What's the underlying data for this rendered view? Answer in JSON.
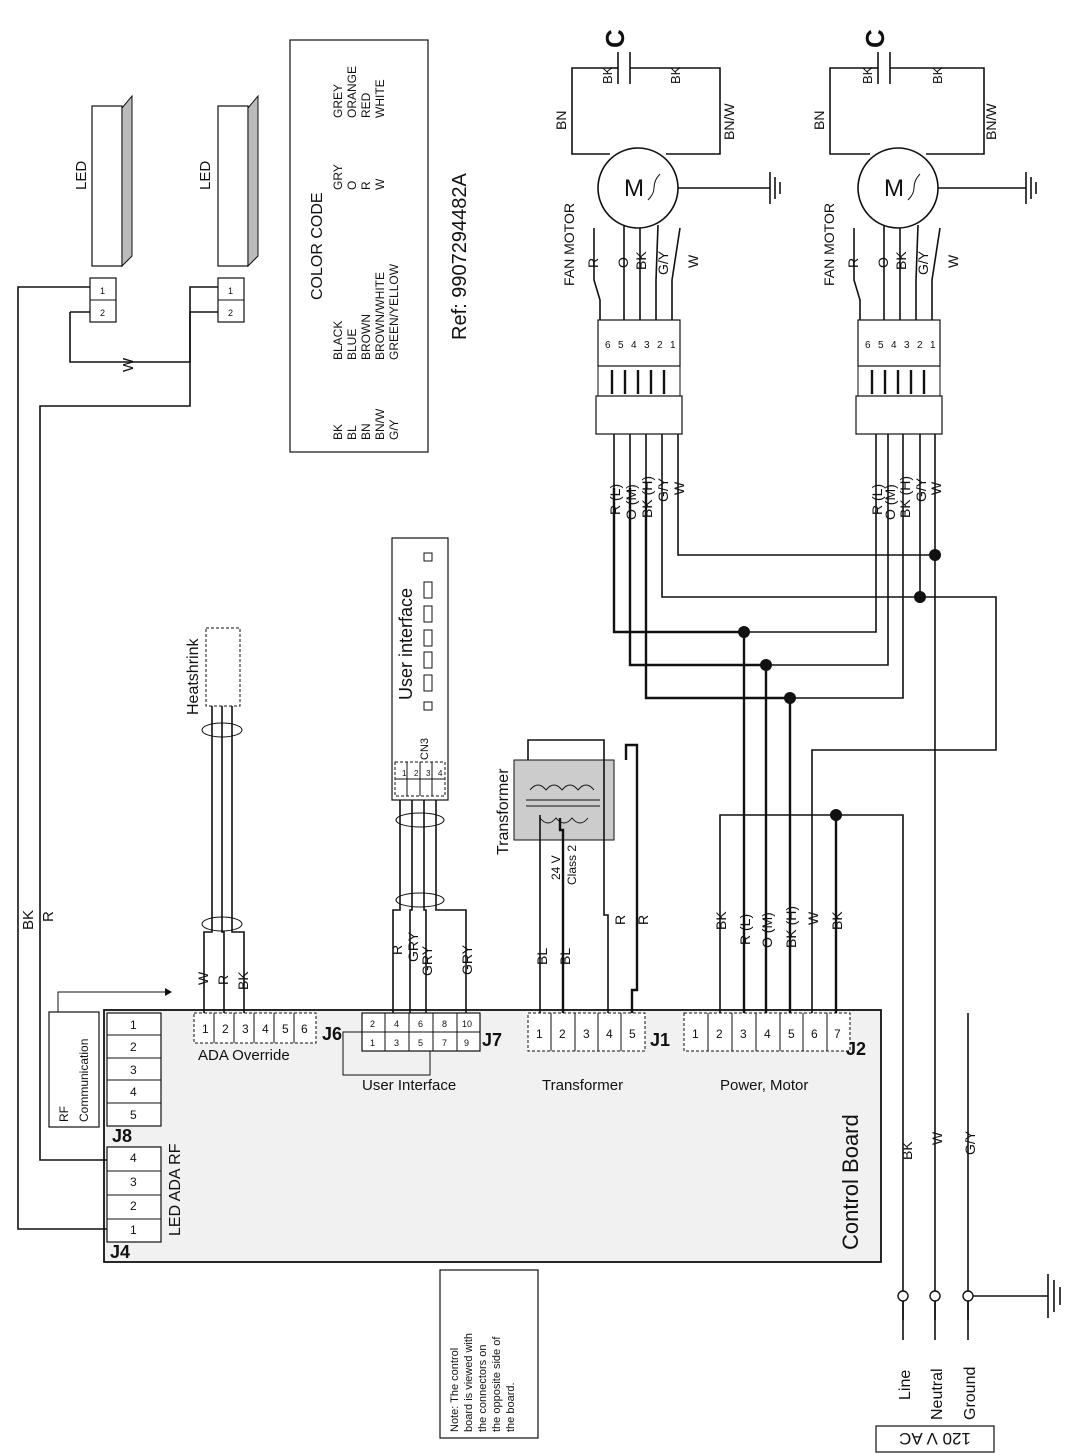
{
  "board": {
    "title": "Control Board"
  },
  "connectors": {
    "j4": {
      "label": "J4",
      "pins": [
        "1",
        "2",
        "3",
        "4"
      ],
      "title": "LED ADA RF"
    },
    "j8": {
      "label": "J8",
      "pins": [
        "1",
        "2",
        "3",
        "4",
        "5"
      ]
    },
    "j6": {
      "label": "J6",
      "pins": [
        "1",
        "2",
        "3",
        "4",
        "5",
        "6"
      ],
      "title": "ADA Override"
    },
    "j7": {
      "label": "J7",
      "pins": [
        "1",
        "2",
        "3",
        "4",
        "5",
        "6",
        "7",
        "8",
        "9",
        "10"
      ],
      "title": "User Interface"
    },
    "j1": {
      "label": "J1",
      "pins": [
        "1",
        "2",
        "3",
        "4",
        "5"
      ],
      "title": "Transformer"
    },
    "j2": {
      "label": "J2",
      "pins": [
        "1",
        "2",
        "3",
        "4",
        "5",
        "6",
        "7"
      ],
      "title": "Power, Motor"
    }
  },
  "rf": {
    "line1": "RF",
    "line2": "Communication"
  },
  "leds": {
    "label": "LED",
    "pins": [
      "2",
      "1"
    ]
  },
  "wires": {
    "bk": "BK",
    "r": "R",
    "w": "W",
    "gry": "GRY",
    "bl": "BL",
    "o": "O",
    "gy": "G/Y",
    "bn": "BN",
    "bnw": "BN/W",
    "rl": "R (L)",
    "om": "O (M)",
    "bkh": "BK (H)"
  },
  "heatshrink": "Heatshrink",
  "ui": {
    "title": "User interface",
    "cn3": "CN3",
    "pins": [
      "1",
      "2",
      "3",
      "4"
    ]
  },
  "transformer": {
    "title": "Transformer",
    "volt": "24 V",
    "cls": "Class 2"
  },
  "motor": {
    "label": "FAN MOTOR",
    "symbol": "M",
    "cap": "C",
    "pins": [
      "6",
      "5",
      "4",
      "3",
      "2",
      "1"
    ]
  },
  "color_code": {
    "title": "COLOR CODE",
    "codes_left": [
      "BK",
      "BL",
      "BN",
      "BN/W",
      "G/Y"
    ],
    "names_left": [
      "BLACK",
      "BLUE",
      "BROWN",
      "BROWN/WHITE",
      "GREEN/YELLOW"
    ],
    "codes_right": [
      "GRY",
      "O",
      "R",
      "W"
    ],
    "names_right": [
      "GREY",
      "ORANGE",
      "RED",
      "WHITE"
    ]
  },
  "ref": "Ref: 9907294482A",
  "note": [
    "Note: The control",
    "board is viewed  with",
    "the connectors on",
    "the opposite side of",
    "the board."
  ],
  "supply": {
    "line": "Line",
    "neutral": "Neutral",
    "ground": "Ground",
    "voltage": "120 V AC"
  }
}
